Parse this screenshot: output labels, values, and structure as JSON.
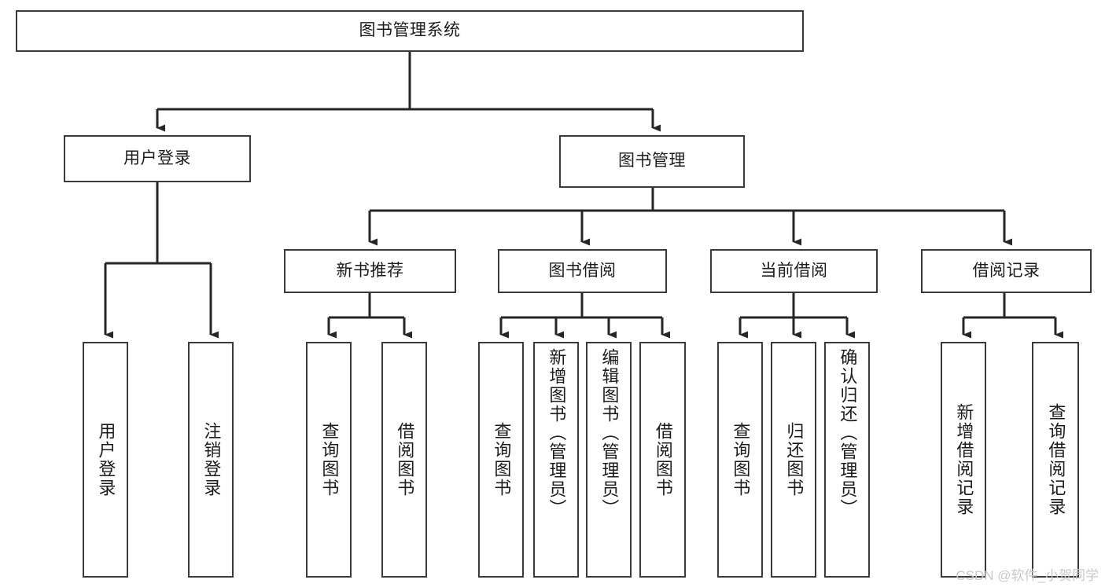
{
  "diagram": {
    "title": "图书管理系统",
    "type": "hierarchy-tree",
    "colors": {
      "box_border": "#3a3a3a",
      "box_fill": "#ffffff",
      "edge": "#262626",
      "text": "#1c1c1c",
      "watermark": "#c9c9c9",
      "background": "#ffffff"
    },
    "root": {
      "label": "图书管理系统"
    },
    "level2": [
      {
        "label": "用户登录"
      },
      {
        "label": "图书管理"
      }
    ],
    "user_login_children": [
      {
        "label": "用户登录"
      },
      {
        "label": "注销登录"
      }
    ],
    "book_manage_children": [
      {
        "label": "新书推荐"
      },
      {
        "label": "图书借阅"
      },
      {
        "label": "当前借阅"
      },
      {
        "label": "借阅记录"
      }
    ],
    "new_book_children": [
      {
        "label": "查询图书"
      },
      {
        "label": "借阅图书"
      }
    ],
    "borrow_children": [
      {
        "label": "查询图书"
      },
      {
        "label": "新增图书（管理员）"
      },
      {
        "label": "编辑图书（管理员）"
      },
      {
        "label": "借阅图书"
      }
    ],
    "current_borrow_children": [
      {
        "label": "查询图书"
      },
      {
        "label": "归还图书"
      },
      {
        "label": "确认归还（管理员）"
      }
    ],
    "record_children": [
      {
        "label": "新增借阅记录"
      },
      {
        "label": "查询借阅记录"
      }
    ]
  },
  "watermark": {
    "text": "CSDN @软件_小贺同学"
  }
}
